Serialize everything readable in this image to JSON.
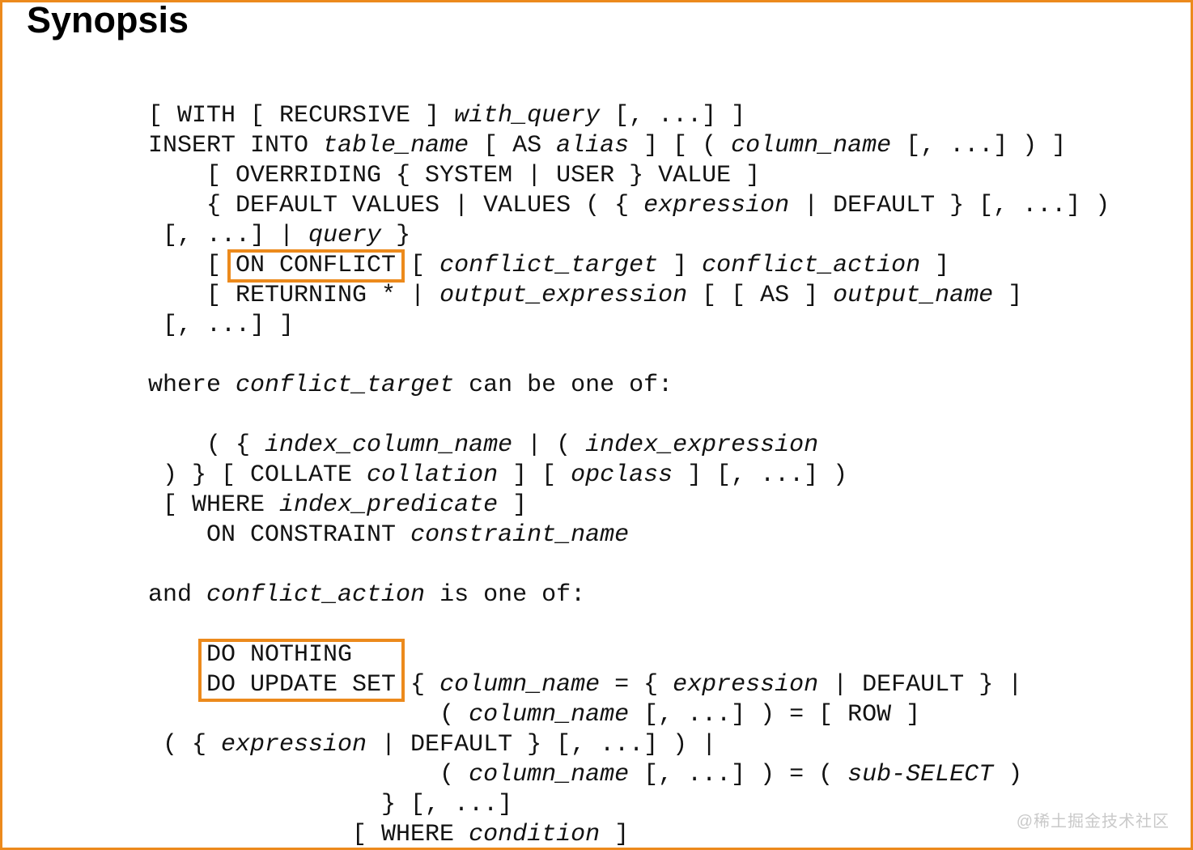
{
  "page": {
    "title": "Synopsis",
    "watermark": "@稀土掘金技术社区",
    "accent_color": "#EC8A1C"
  },
  "code": {
    "lines": [
      [
        {
          "t": "[ WITH [ RECURSIVE ] "
        },
        {
          "t": "with_query",
          "v": true
        },
        {
          "t": " [, ...] ]"
        }
      ],
      [
        {
          "t": "INSERT INTO "
        },
        {
          "t": "table_name",
          "v": true
        },
        {
          "t": " [ AS "
        },
        {
          "t": "alias",
          "v": true
        },
        {
          "t": " ] [ ( "
        },
        {
          "t": "column_name",
          "v": true
        },
        {
          "t": " [, ...] ) ]"
        }
      ],
      [
        {
          "t": "    [ OVERRIDING { SYSTEM | USER } VALUE ]"
        }
      ],
      [
        {
          "t": "    { DEFAULT VALUES | VALUES ( { "
        },
        {
          "t": "expression",
          "v": true
        },
        {
          "t": " | DEFAULT } [, ...] )"
        }
      ],
      [
        {
          "t": " [, ...] | "
        },
        {
          "t": "query",
          "v": true
        },
        {
          "t": " }"
        }
      ],
      [
        {
          "t": "    [ ON CONFLICT [ "
        },
        {
          "t": "conflict_target",
          "v": true
        },
        {
          "t": " ] "
        },
        {
          "t": "conflict_action",
          "v": true
        },
        {
          "t": " ]"
        }
      ],
      [
        {
          "t": "    [ RETURNING * | "
        },
        {
          "t": "output_expression",
          "v": true
        },
        {
          "t": " [ [ AS ] "
        },
        {
          "t": "output_name",
          "v": true
        },
        {
          "t": " ]"
        }
      ],
      [
        {
          "t": " [, ...] ]"
        }
      ],
      [],
      [
        {
          "t": "where "
        },
        {
          "t": "conflict_target",
          "v": true
        },
        {
          "t": " can be one of:"
        }
      ],
      [],
      [
        {
          "t": "    ( { "
        },
        {
          "t": "index_column_name",
          "v": true
        },
        {
          "t": " | ( "
        },
        {
          "t": "index_expression",
          "v": true
        }
      ],
      [
        {
          "t": " ) } [ COLLATE "
        },
        {
          "t": "collation",
          "v": true
        },
        {
          "t": " ] [ "
        },
        {
          "t": "opclass",
          "v": true
        },
        {
          "t": " ] [, ...] )"
        }
      ],
      [
        {
          "t": " [ WHERE "
        },
        {
          "t": "index_predicate",
          "v": true
        },
        {
          "t": " ]"
        }
      ],
      [
        {
          "t": "    ON CONSTRAINT "
        },
        {
          "t": "constraint_name",
          "v": true
        }
      ],
      [],
      [
        {
          "t": "and "
        },
        {
          "t": "conflict_action",
          "v": true
        },
        {
          "t": " is one of:"
        }
      ],
      [],
      [
        {
          "t": "    DO NOTHING"
        }
      ],
      [
        {
          "t": "    DO UPDATE SET { "
        },
        {
          "t": "column_name",
          "v": true
        },
        {
          "t": " = { "
        },
        {
          "t": "expression",
          "v": true
        },
        {
          "t": " | DEFAULT } |"
        }
      ],
      [
        {
          "t": "                    ( "
        },
        {
          "t": "column_name",
          "v": true
        },
        {
          "t": " [, ...] ) = [ ROW ]"
        }
      ],
      [
        {
          "t": " ( { "
        },
        {
          "t": "expression",
          "v": true
        },
        {
          "t": " | DEFAULT } [, ...] ) |"
        }
      ],
      [
        {
          "t": "                    ( "
        },
        {
          "t": "column_name",
          "v": true
        },
        {
          "t": " [, ...] ) = ( "
        },
        {
          "t": "sub-SELECT",
          "v": true
        },
        {
          "t": " )"
        }
      ],
      [
        {
          "t": "                } [, ...]"
        }
      ],
      [
        {
          "t": "              [ WHERE "
        },
        {
          "t": "condition",
          "v": true
        },
        {
          "t": " ]"
        }
      ]
    ],
    "highlights": [
      {
        "name": "on-conflict-highlight-box",
        "label": "ON CONFLICT",
        "row": 5,
        "col": 6,
        "chars": 11,
        "rows": 1
      },
      {
        "name": "conflict-action-highlight-box",
        "label": "DO NOTHING / DO UPDATE SET",
        "row": 18,
        "col": 4,
        "chars": 13,
        "rows": 2
      }
    ]
  }
}
